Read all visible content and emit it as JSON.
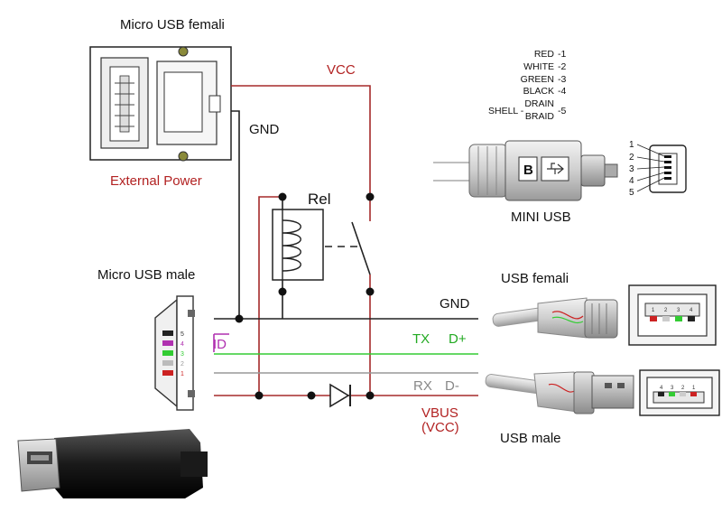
{
  "labels": {
    "micro_usb_femali": "Micro USB femali",
    "external_power": "External Power",
    "vcc": "VCC",
    "gnd_top": "GND",
    "rel": "Rel",
    "micro_usb_male": "Micro USB male",
    "id": "ID",
    "gnd_bus": "GND",
    "tx": "TX",
    "d_plus": "D+",
    "rx": "RX",
    "d_minus": "D-",
    "vbus": "VBUS",
    "vbus_vcc": "(VCC)",
    "usb_femali": "USB femali",
    "usb_male": "USB male",
    "mini_usb": "MINI USB"
  },
  "wire_legend": [
    {
      "color_name": "RED",
      "pin": "-1"
    },
    {
      "color_name": "WHITE",
      "pin": "-2"
    },
    {
      "color_name": "GREEN",
      "pin": "-3"
    },
    {
      "color_name": "BLACK",
      "pin": "-4"
    },
    {
      "color_name": "DRAIN",
      "pin": ""
    },
    {
      "color_name": "BRAID",
      "pin": "-5"
    }
  ],
  "shell_label": "SHELL -",
  "mini_usb_pins": [
    "1",
    "2",
    "3",
    "4",
    "5"
  ],
  "micro_male_pins": [
    "5",
    "4",
    "3",
    "2",
    "1"
  ],
  "usb_femali_pins": [
    "1",
    "2",
    "3",
    "4"
  ],
  "usb_male_pins": [
    "4",
    "3",
    "2",
    "1"
  ],
  "plug_glyph": "B",
  "colors": {
    "vcc": "#a52a2a",
    "gnd": "#222222",
    "data_plus": "#33cc33",
    "data_minus": "#999999",
    "id": "#b030b0",
    "text_dark": "#111111",
    "text_red": "#b22222",
    "text_green": "#22aa22"
  }
}
